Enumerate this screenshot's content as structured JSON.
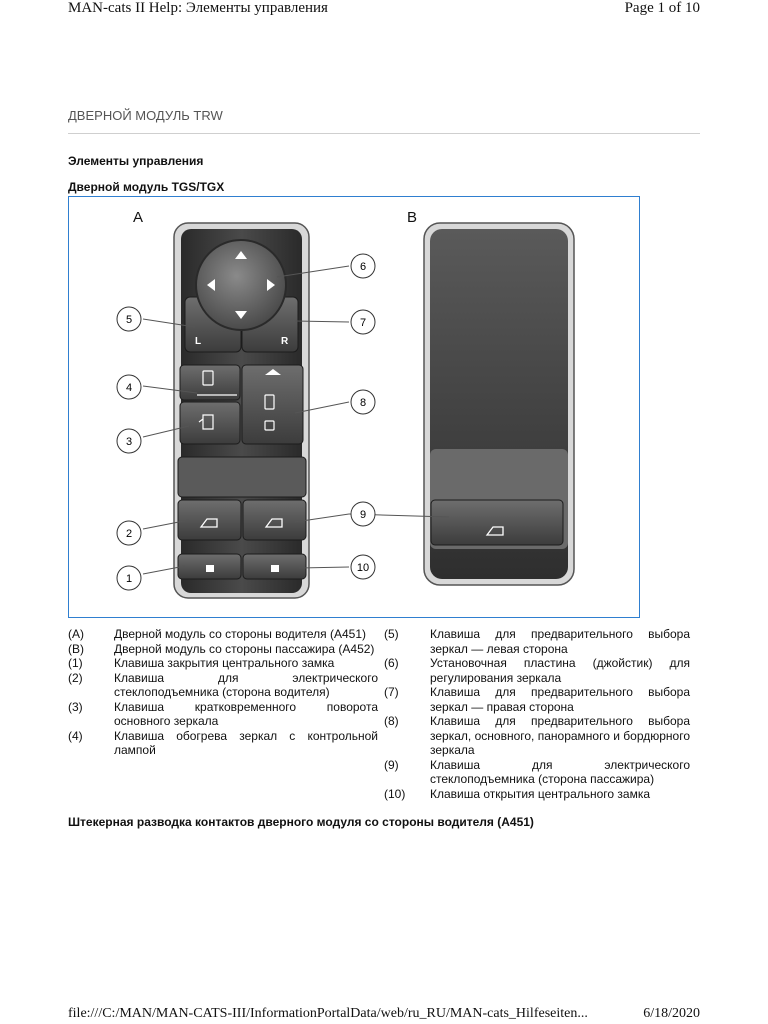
{
  "print_header": {
    "title": "MAN-cats II Help: Элементы управления",
    "page": "Page 1 of 10"
  },
  "document": {
    "section_title": "ДВЕРНОЙ МОДУЛЬ TRW",
    "heading": "Элементы управления",
    "subheading": "Дверной модуль TGS/TGX",
    "figure": {
      "label_a": "A",
      "label_b": "B",
      "button_l": "L",
      "button_r": "R",
      "callouts": [
        "1",
        "2",
        "3",
        "4",
        "5",
        "6",
        "7",
        "8",
        "9",
        "10"
      ]
    },
    "legend_left": [
      {
        "num": "(A)",
        "text": "Дверной модуль со стороны водителя (A451)"
      },
      {
        "num": "(B)",
        "text": "Дверной модуль со стороны пассажира (A452)"
      },
      {
        "num": "(1)",
        "text": "Клавиша закрытия центрального замка"
      },
      {
        "num": "(2)",
        "text": "Клавиша для электрического стеклоподъемника (сторона водителя)"
      },
      {
        "num": "(3)",
        "text": "Клавиша кратковременного поворота основного зеркала"
      },
      {
        "num": "(4)",
        "text": "Клавиша обогрева зеркал с контрольной лампой"
      }
    ],
    "legend_right": [
      {
        "num": "(5)",
        "text": "Клавиша для предварительного выбора зеркал — левая сторона"
      },
      {
        "num": "(6)",
        "text": "Установочная пластина (джойстик) для регулирования зеркала"
      },
      {
        "num": "(7)",
        "text": "Клавиша для предварительного выбора зеркал — правая сторона"
      },
      {
        "num": "(8)",
        "text": "Клавиша для предварительного выбора зеркал, основного, панорамного и бордюрного зеркала"
      },
      {
        "num": "(9)",
        "text": "Клавиша для электрического стеклоподъемника (сторона пассажира)"
      },
      {
        "num": "(10)",
        "text": "Клавиша открытия центрального замка"
      }
    ],
    "pinout_heading": "Штекерная разводка контактов дверного модуля со стороны водителя (A451)"
  },
  "print_footer": {
    "url": "file:///C:/MAN/MAN-CATS-III/InformationPortalData/web/ru_RU/MAN-cats_Hilfeseiten...",
    "date": "6/18/2020"
  }
}
